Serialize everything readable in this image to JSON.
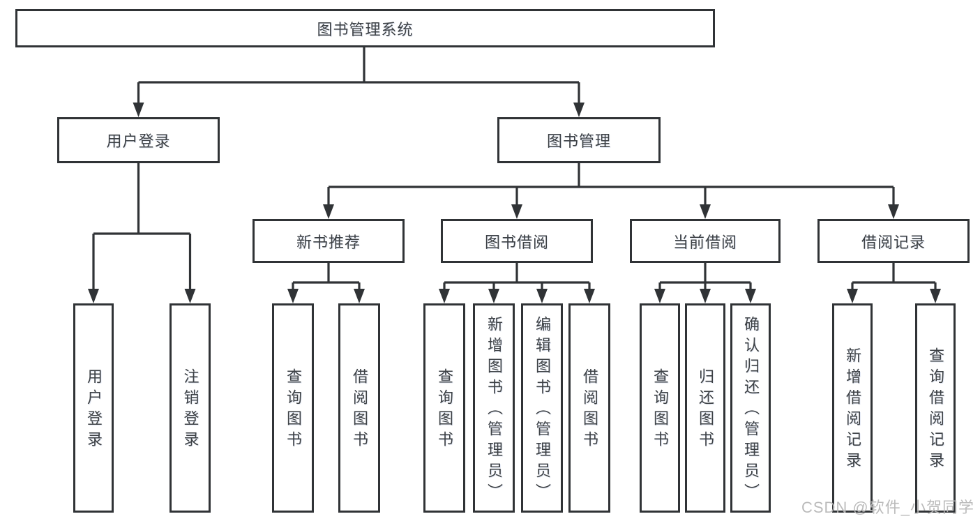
{
  "tree": {
    "root": {
      "label": "图书管理系统"
    },
    "level2": [
      {
        "label": "用户登录",
        "leaves": [
          {
            "label": "用户登录"
          },
          {
            "label": "注销登录"
          }
        ]
      },
      {
        "label": "图书管理",
        "groups": [
          {
            "label": "新书推荐",
            "leaves": [
              {
                "label": "查询图书"
              },
              {
                "label": "借阅图书"
              }
            ]
          },
          {
            "label": "图书借阅",
            "leaves": [
              {
                "label": "查询图书"
              },
              {
                "label": "新增图书（管理员）"
              },
              {
                "label": "编辑图书（管理员）"
              },
              {
                "label": "借阅图书"
              }
            ]
          },
          {
            "label": "当前借阅",
            "leaves": [
              {
                "label": "查询图书"
              },
              {
                "label": "归还图书"
              },
              {
                "label": "确认归还（管理员）"
              }
            ]
          },
          {
            "label": "借阅记录",
            "leaves": [
              {
                "label": "新增借阅记录"
              },
              {
                "label": "查询借阅记录"
              }
            ]
          }
        ]
      }
    ]
  },
  "watermark": {
    "text": "CSDN @软件_小贺同学"
  },
  "colors": {
    "line": "#303336",
    "text": "#3d4145",
    "background": "#ffffff",
    "watermark": "#b7b7b7"
  }
}
